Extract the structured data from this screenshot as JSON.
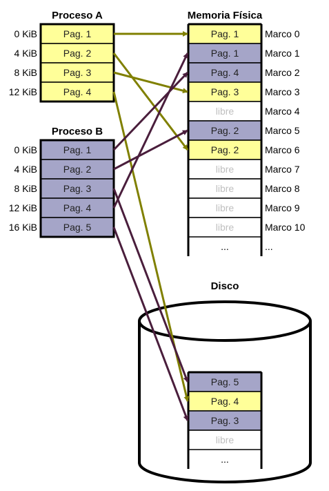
{
  "colors": {
    "proceso_a": "#FFFF99",
    "proceso_b": "#A5A5C8",
    "free": "#FFFFFF",
    "arrow_a": "#808000",
    "arrow_b": "#4A1E3C"
  },
  "proceso_a": {
    "title": "Proceso A",
    "pages": [
      {
        "addr": "0 KiB",
        "label": "Pag. 1"
      },
      {
        "addr": "4 KiB",
        "label": "Pag. 2"
      },
      {
        "addr": "8 KiB",
        "label": "Pag. 3"
      },
      {
        "addr": "12 KiB",
        "label": "Pag. 4"
      }
    ]
  },
  "proceso_b": {
    "title": "Proceso B",
    "pages": [
      {
        "addr": "0 KiB",
        "label": "Pag. 1"
      },
      {
        "addr": "4 KiB",
        "label": "Pag. 2"
      },
      {
        "addr": "8 KiB",
        "label": "Pag. 3"
      },
      {
        "addr": "12 KiB",
        "label": "Pag. 4"
      },
      {
        "addr": "16 KiB",
        "label": "Pag. 5"
      }
    ]
  },
  "memoria": {
    "title": "Memoria Física",
    "frames": [
      {
        "label": "Pag. 1",
        "owner": "a",
        "marco": "Marco 0"
      },
      {
        "label": "Pag. 1",
        "owner": "b",
        "marco": "Marco 1"
      },
      {
        "label": "Pag. 4",
        "owner": "b",
        "marco": "Marco 2"
      },
      {
        "label": "Pag. 3",
        "owner": "a",
        "marco": "Marco 3"
      },
      {
        "label": "libre",
        "owner": "free",
        "marco": "Marco 4"
      },
      {
        "label": "Pag. 2",
        "owner": "b",
        "marco": "Marco 5"
      },
      {
        "label": "Pag. 2",
        "owner": "a",
        "marco": "Marco 6"
      },
      {
        "label": "libre",
        "owner": "free",
        "marco": "Marco 7"
      },
      {
        "label": "libre",
        "owner": "free",
        "marco": "Marco 8"
      },
      {
        "label": "libre",
        "owner": "free",
        "marco": "Marco 9"
      },
      {
        "label": "libre",
        "owner": "free",
        "marco": "Marco 10"
      }
    ],
    "more_cells": "...",
    "more_marcos": "..."
  },
  "disco": {
    "title": "Disco",
    "slots": [
      {
        "label": "Pag. 5",
        "owner": "b"
      },
      {
        "label": "Pag. 4",
        "owner": "a"
      },
      {
        "label": "Pag. 3",
        "owner": "b"
      },
      {
        "label": "libre",
        "owner": "free"
      }
    ],
    "more": "..."
  },
  "mappings": [
    {
      "from": "a",
      "page": 0,
      "to": "mem",
      "index": 0
    },
    {
      "from": "a",
      "page": 1,
      "to": "mem",
      "index": 6
    },
    {
      "from": "a",
      "page": 2,
      "to": "mem",
      "index": 3
    },
    {
      "from": "a",
      "page": 3,
      "to": "disk",
      "index": 1
    },
    {
      "from": "b",
      "page": 0,
      "to": "mem",
      "index": 2
    },
    {
      "from": "b",
      "page": 1,
      "to": "mem",
      "index": 5
    },
    {
      "from": "b",
      "page": 2,
      "to": "disk",
      "index": 0
    },
    {
      "from": "b",
      "page": 3,
      "to": "mem",
      "index": 1
    },
    {
      "from": "b",
      "page": 4,
      "to": "disk",
      "index": 2
    }
  ]
}
